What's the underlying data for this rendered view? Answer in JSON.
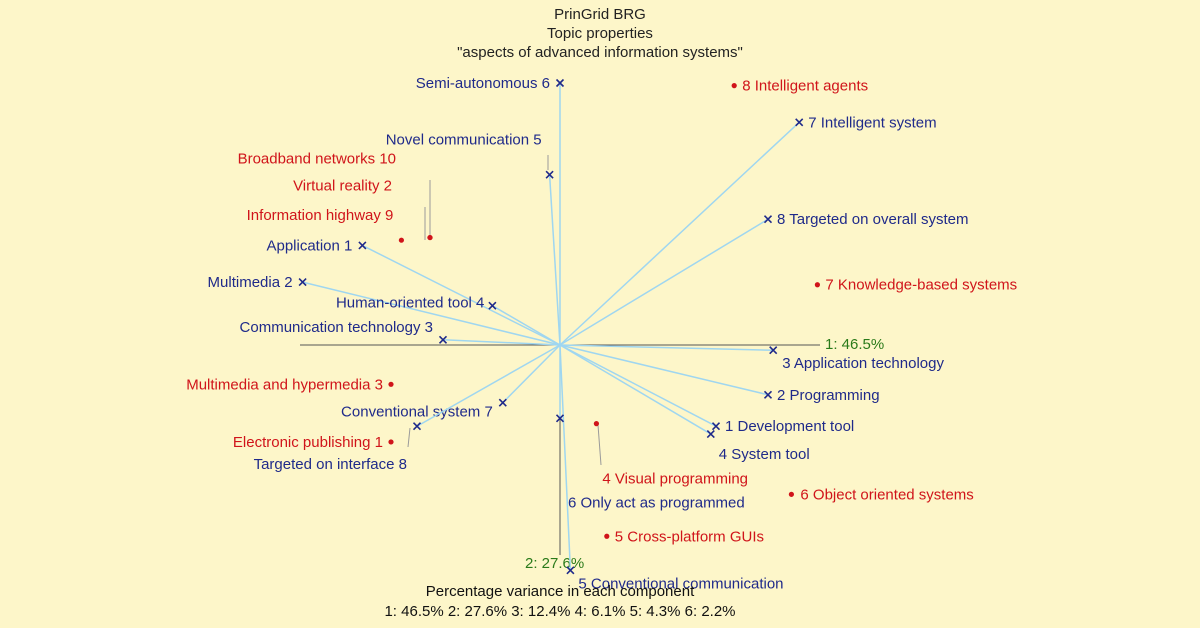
{
  "title": {
    "line1": "PrinGrid BRG",
    "line2": "Topic properties",
    "line3": "\"aspects of advanced information systems\""
  },
  "footer": {
    "line1": "Percentage variance in each component",
    "line2": "1: 46.5%  2: 27.6%  3: 12.4%  4: 6.1%  5: 4.3%  6: 2.2%"
  },
  "colors": {
    "background": "#fdf6c9",
    "construct": "#1f2a8a",
    "element": "#d0141a",
    "axis_label": "#2a7a1a",
    "vector": "#9fd6f0",
    "axis_line": "#555555"
  },
  "chart_data": {
    "type": "scatter",
    "subtype": "biplot (principal components)",
    "axes": {
      "x": {
        "label": "1: 46.5%",
        "range": [
          -1,
          1
        ]
      },
      "y": {
        "label": "2: 27.6%",
        "range": [
          -1,
          1
        ]
      }
    },
    "variance_percent": [
      46.5,
      27.6,
      12.4,
      6.1,
      4.3,
      2.2
    ],
    "constructs": [
      {
        "label": "Semi-autonomous 6",
        "x": 0.0,
        "y": 1.0
      },
      {
        "label": "5 Conventional communication",
        "x": 0.04,
        "y": -0.86
      },
      {
        "label": "Novel communication 5",
        "x": -0.04,
        "y": 0.65
      },
      {
        "label": "6 Only act as programmed",
        "x": 0.0,
        "y": -0.28
      },
      {
        "label": "7 Intelligent system",
        "x": 0.92,
        "y": 0.85
      },
      {
        "label": "Conventional system 7",
        "x": -0.22,
        "y": -0.22
      },
      {
        "label": "8 Targeted on overall system",
        "x": 0.8,
        "y": 0.48
      },
      {
        "label": "Targeted on interface 8",
        "x": -0.55,
        "y": -0.31
      },
      {
        "label": "Application 1",
        "x": -0.76,
        "y": 0.38
      },
      {
        "label": "1 Development tool",
        "x": 0.6,
        "y": -0.31
      },
      {
        "label": "Multimedia 2",
        "x": -0.99,
        "y": 0.24
      },
      {
        "label": "2 Programming",
        "x": 0.8,
        "y": -0.19
      },
      {
        "label": "Communication technology 3",
        "x": -0.45,
        "y": 0.02
      },
      {
        "label": "3 Application technology",
        "x": 0.82,
        "y": -0.02
      },
      {
        "label": "Human-oriented tool 4",
        "x": -0.26,
        "y": 0.15
      },
      {
        "label": "4 System tool",
        "x": 0.58,
        "y": -0.34
      }
    ],
    "elements": [
      {
        "label": "8 Intelligent agents",
        "x": 0.67,
        "y": 0.99
      },
      {
        "label": "7 Knowledge-based systems",
        "x": 0.99,
        "y": 0.23
      },
      {
        "label": "Broadband networks 10",
        "x": -0.5,
        "y": 0.41
      },
      {
        "label": "Virtual reality 2",
        "x": -0.5,
        "y": 0.41
      },
      {
        "label": "Information highway 9",
        "x": -0.61,
        "y": 0.4
      },
      {
        "label": "Multimedia and hypermedia 3",
        "x": -0.65,
        "y": -0.15
      },
      {
        "label": "Electronic publishing 1",
        "x": -0.65,
        "y": -0.37
      },
      {
        "label": "4 Visual programming",
        "x": 0.14,
        "y": -0.3
      },
      {
        "label": "6 Object oriented systems",
        "x": 0.89,
        "y": -0.57
      },
      {
        "label": "5 Cross-platform GUIs",
        "x": 0.18,
        "y": -0.73
      }
    ]
  }
}
